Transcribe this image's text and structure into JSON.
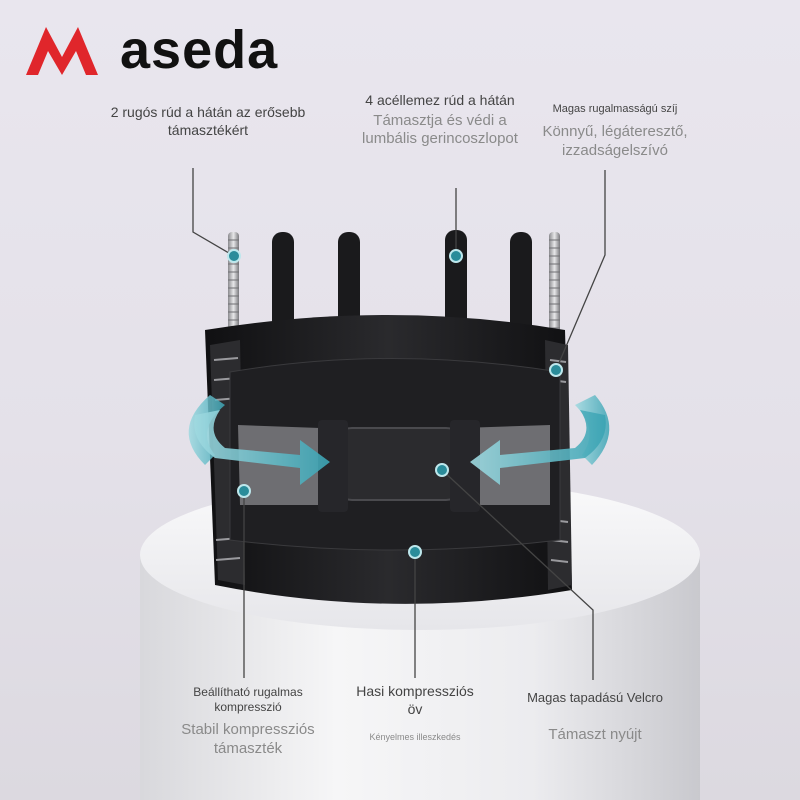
{
  "brand": {
    "logo_text": "aseda",
    "logo_mark": "M",
    "logo_color": "#e0262b"
  },
  "callouts": {
    "top_left": {
      "title": "2 rugós rúd a hátán az erősebb támasztékért"
    },
    "top_center": {
      "title": "4 acéllemez rúd a hátán",
      "subtitle": "Támasztja és védi a lumbális gerincoszlopot"
    },
    "top_right": {
      "title": "Magas rugalmasságú szíj",
      "subtitle": "Könnyű, légáteresztő, izzadságelszívó"
    },
    "bottom_left": {
      "title": "Beállítható rugalmas kompresszió",
      "subtitle": "Stabil kompressziós támaszték"
    },
    "bottom_center": {
      "title": "Hasi kompressziós öv",
      "subtitle": "Kényelmes illeszkedés"
    },
    "bottom_right": {
      "title": "Magas tapadású Velcro",
      "subtitle": "Támaszt nyújt"
    }
  },
  "colors": {
    "belt": "#1c1c1e",
    "arrow": "#5fb8c4",
    "pedestal": "#f2f2f4"
  }
}
